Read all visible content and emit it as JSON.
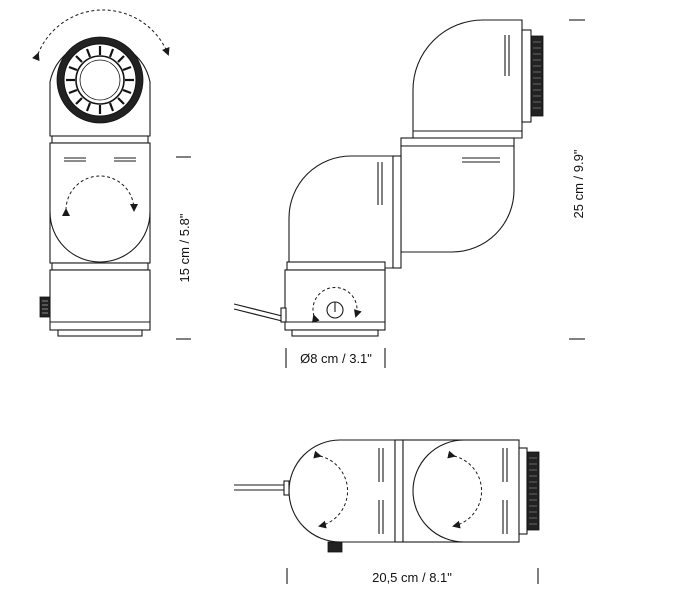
{
  "dimensions": {
    "height_front": "15 cm / 5.8\"",
    "height_side": "25 cm / 9.9\"",
    "diameter": "Ø8 cm / 3.1\"",
    "width_top": "20,5 cm / 8.1\""
  },
  "colors": {
    "line": "#1a1a1a",
    "lens": "#222222",
    "background": "#ffffff"
  }
}
